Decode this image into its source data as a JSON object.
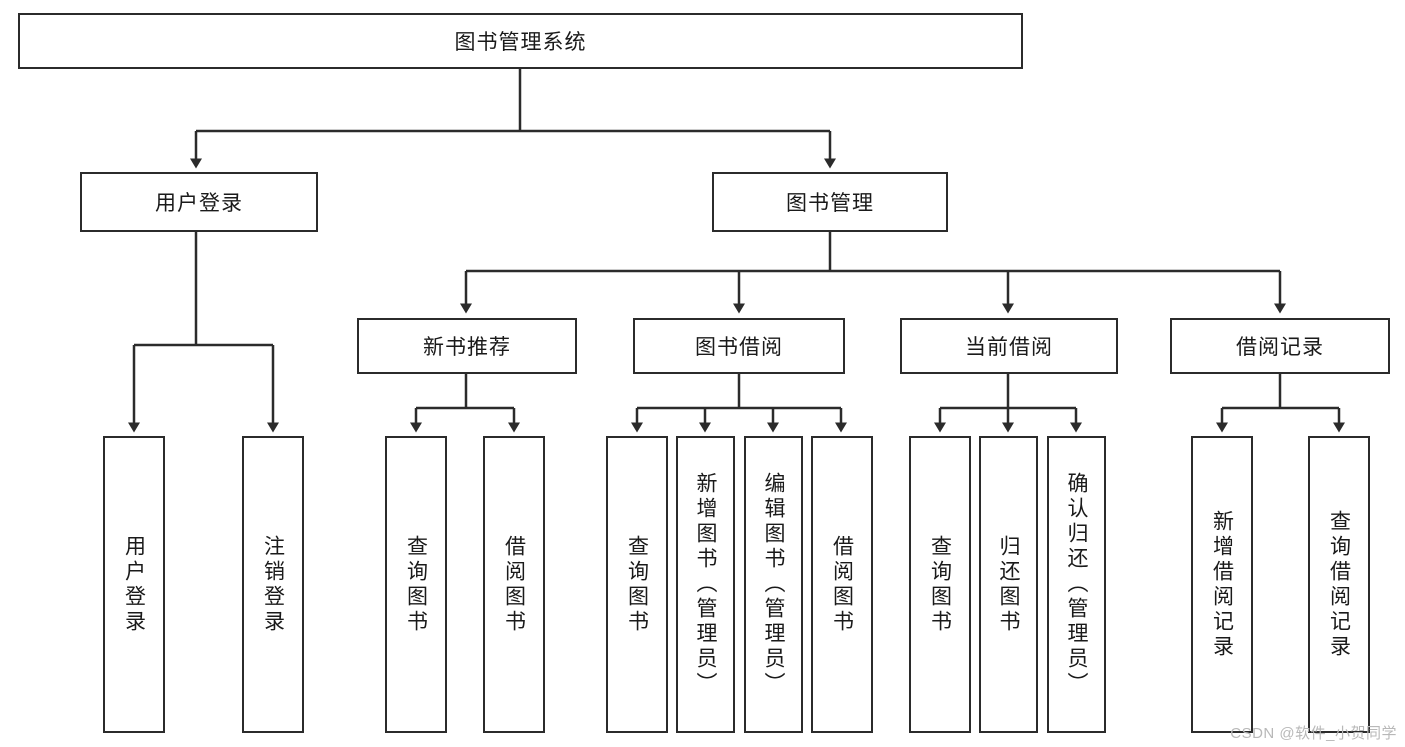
{
  "diagram": {
    "title": "图书管理系统",
    "type": "hierarchy-tree",
    "root": {
      "label": "图书管理系统"
    },
    "level2": [
      {
        "label": "用户登录"
      },
      {
        "label": "图书管理"
      }
    ],
    "level3": [
      {
        "label": "新书推荐"
      },
      {
        "label": "图书借阅"
      },
      {
        "label": "当前借阅"
      },
      {
        "label": "借阅记录"
      }
    ],
    "leaves": {
      "user_login": [
        {
          "label": "用户登录"
        },
        {
          "label": "注销登录"
        }
      ],
      "new_book_recommend": [
        {
          "label": "查询图书"
        },
        {
          "label": "借阅图书"
        }
      ],
      "book_borrow": [
        {
          "label": "查询图书"
        },
        {
          "label": "新增图书（管理员）"
        },
        {
          "label": "编辑图书（管理员）"
        },
        {
          "label": "借阅图书"
        }
      ],
      "current_borrow": [
        {
          "label": "查询图书"
        },
        {
          "label": "归还图书"
        },
        {
          "label": "确认归还（管理员）"
        }
      ],
      "borrow_record": [
        {
          "label": "新增借阅记录"
        },
        {
          "label": "查询借阅记录"
        }
      ]
    }
  },
  "watermark": {
    "text": "CSDN @软件_小贺同学"
  },
  "colors": {
    "stroke": "#2b2b2b",
    "background": "#ffffff",
    "watermark": "#b8b8b8"
  }
}
